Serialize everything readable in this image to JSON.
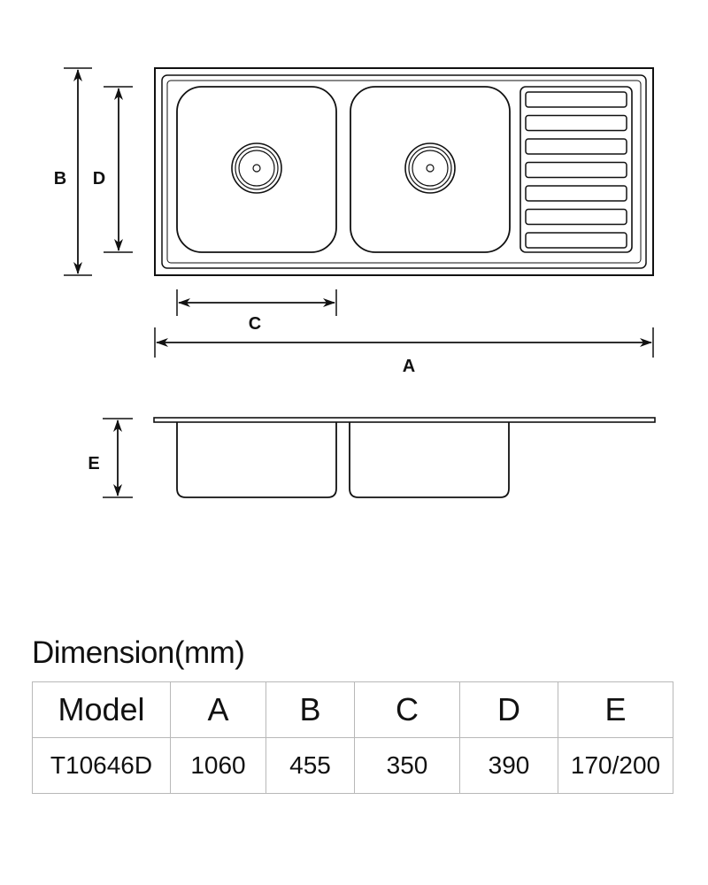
{
  "diagram": {
    "labels": {
      "a": "A",
      "b": "B",
      "c": "C",
      "d": "D",
      "e": "E"
    },
    "drainer_slots": 7
  },
  "table": {
    "title": "Dimension(mm)",
    "headers": [
      "Model",
      "A",
      "B",
      "C",
      "D",
      "E"
    ],
    "rows": [
      [
        "T10646D",
        "1060",
        "455",
        "350",
        "390",
        "170/200"
      ]
    ]
  }
}
